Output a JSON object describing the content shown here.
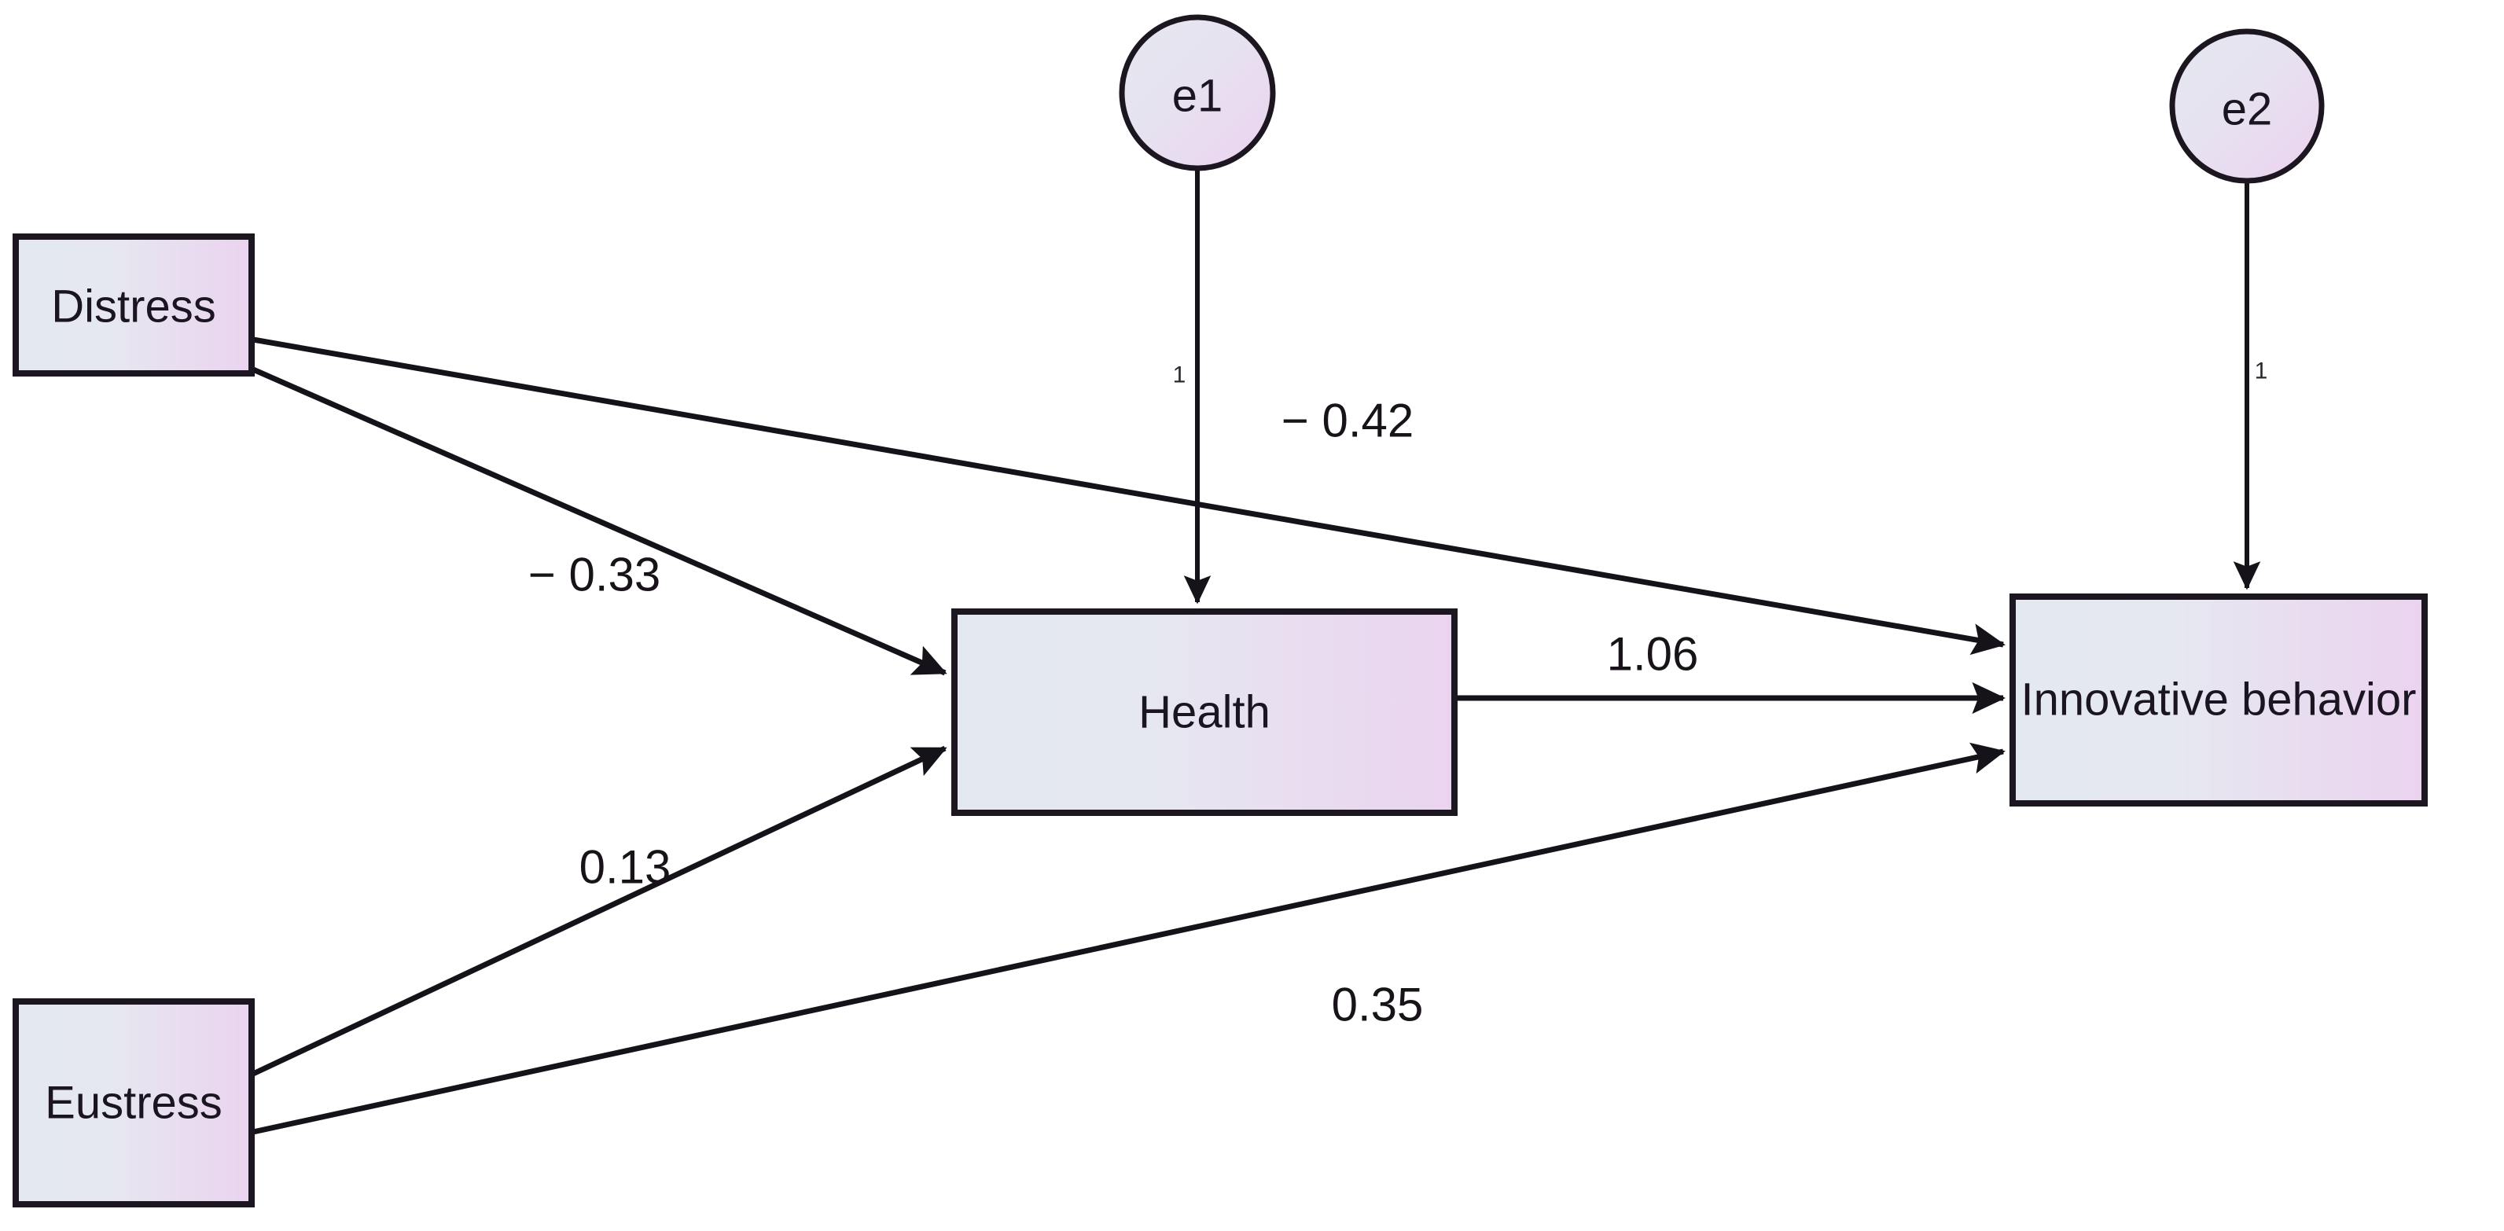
{
  "diagram": {
    "type": "sem-path-diagram",
    "background_color": "#ffffff",
    "node_fill_left_color": "#e2e8ee",
    "node_fill_right_color": "#ebd5ef",
    "node_border_color": "#1b1620",
    "edge_color": "#16121a"
  },
  "nodes": {
    "distress": {
      "label": "Distress",
      "shape": "rectangle"
    },
    "eustress": {
      "label": "Eustress",
      "shape": "rectangle"
    },
    "health": {
      "label": "Health",
      "shape": "rectangle"
    },
    "innovative_behavior": {
      "label": "Innovative behavior",
      "shape": "rectangle"
    },
    "e1": {
      "label": "e1",
      "shape": "circle"
    },
    "e2": {
      "label": "e2",
      "shape": "circle"
    }
  },
  "edges": [
    {
      "id": "distress-to-innovative",
      "from": "Distress",
      "to": "Innovative behavior",
      "label": "− 0.42"
    },
    {
      "id": "distress-to-health",
      "from": "Distress",
      "to": "Health",
      "label": "− 0.33"
    },
    {
      "id": "eustress-to-health",
      "from": "Eustress",
      "to": "Health",
      "label": "0.13"
    },
    {
      "id": "health-to-innovative",
      "from": "Health",
      "to": "Innovative behavior",
      "label": "1.06"
    },
    {
      "id": "eustress-to-innovative",
      "from": "Eustress",
      "to": "Innovative behavior",
      "label": "0.35"
    },
    {
      "id": "e1-to-health",
      "from": "e1",
      "to": "Health",
      "label": "1"
    },
    {
      "id": "e2-to-innovative",
      "from": "e2",
      "to": "Innovative behavior",
      "label": "1"
    }
  ],
  "chart_data": {
    "type": "diagram",
    "title": "",
    "nodes": [
      "Distress",
      "Eustress",
      "Health",
      "Innovative behavior",
      "e1",
      "e2"
    ],
    "paths": [
      {
        "source": "Distress",
        "target": "Health",
        "coefficient": -0.33,
        "display": "− 0.33"
      },
      {
        "source": "Distress",
        "target": "Innovative behavior",
        "coefficient": -0.42,
        "display": "− 0.42"
      },
      {
        "source": "Eustress",
        "target": "Health",
        "coefficient": 0.13,
        "display": "0.13"
      },
      {
        "source": "Eustress",
        "target": "Innovative behavior",
        "coefficient": 0.35,
        "display": "0.35"
      },
      {
        "source": "Health",
        "target": "Innovative behavior",
        "coefficient": 1.06,
        "display": "1.06"
      },
      {
        "source": "e1",
        "target": "Health",
        "coefficient": 1,
        "display": "1"
      },
      {
        "source": "e2",
        "target": "Innovative behavior",
        "coefficient": 1,
        "display": "1"
      }
    ]
  }
}
